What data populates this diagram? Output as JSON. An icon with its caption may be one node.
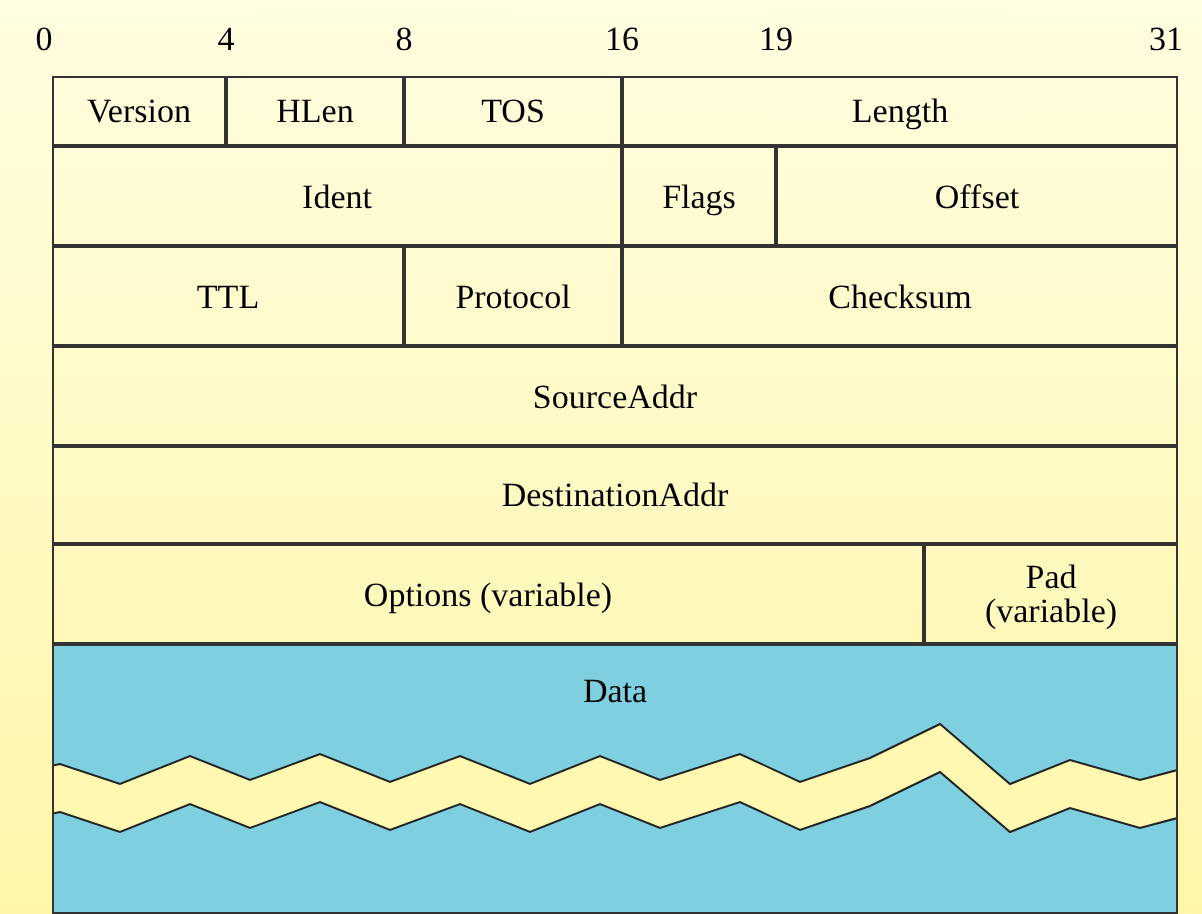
{
  "diagram": {
    "nodes": [
      {
        "text": [
          "Version"
        ]
      },
      {
        "text": [
          "HLen"
        ]
      },
      {
        "text": [
          "TOS"
        ]
      },
      {
        "text": [
          "Length"
        ]
      },
      {
        "text": [
          "Ident"
        ]
      },
      {
        "text": [
          "Flags"
        ]
      },
      {
        "text": [
          "Offset"
        ]
      },
      {
        "text": [
          "TTL"
        ]
      },
      {
        "text": [
          "Protocol"
        ]
      },
      {
        "text": [
          "Checksum"
        ]
      },
      {
        "text": [
          "SourceAddr"
        ]
      },
      {
        "text": [
          "DestinationAddr"
        ]
      },
      {
        "text": [
          "Options (variable)"
        ]
      },
      {
        "text": [
          "Pad (variable)"
        ]
      },
      {
        "text": [
          "Data"
        ]
      }
    ],
    "labels": [
      "0",
      "4",
      "8",
      "16",
      "19",
      "31"
    ]
  }
}
